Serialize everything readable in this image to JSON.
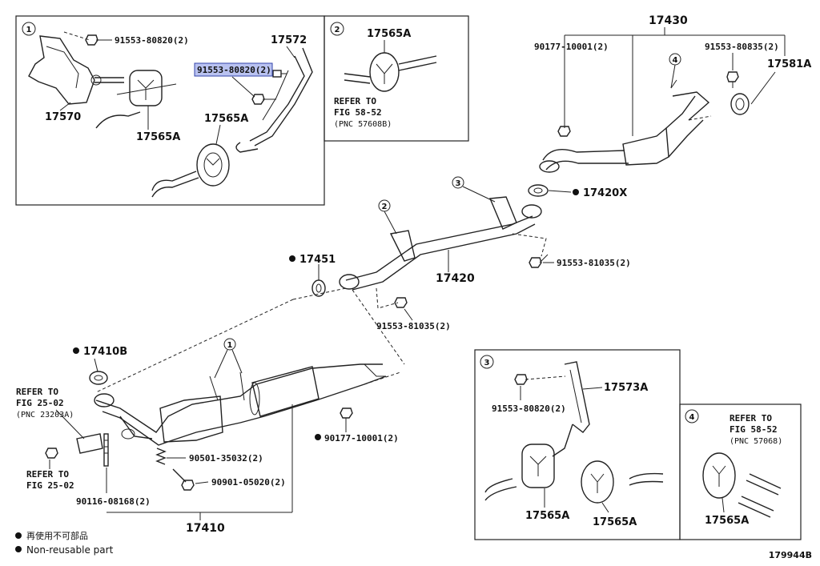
{
  "boxes": {
    "b1": {
      "num": "1"
    },
    "b2": {
      "num": "2",
      "note": [
        "REFER TO",
        "FIG 58-52",
        "(PNC 57608B)"
      ]
    },
    "b3": {
      "num": "3"
    },
    "b4": {
      "num": "4",
      "note": [
        "REFER TO",
        "FIG 58-52",
        "(PNC 57068)"
      ]
    }
  },
  "labels": {
    "p17570": "17570",
    "p17565A_b1a": "17565A",
    "p17565A_b1b": "17565A",
    "p17572": "17572",
    "bolt_b1_top": "91553-80820(2)",
    "bolt_b1_hl": "91553-80820(2)",
    "p17565A_b2": "17565A",
    "p17430": "17430",
    "nut_90177_top": "90177-10001(2)",
    "bolt_80835": "91553-80835(2)",
    "p17581A": "17581A",
    "p17420X": "17420X",
    "p17451": "17451",
    "p17420": "17420",
    "bolt_81035_r": "91553-81035(2)",
    "bolt_81035_l": "91553-81035(2)",
    "p17410B": "17410B",
    "refer_25_02_pnc": [
      "REFER TO",
      "FIG 25-02",
      "(PNC 23203A)"
    ],
    "refer_25_02": [
      "REFER TO",
      "FIG 25-02"
    ],
    "nut_90177_bot": "90177-10001(2)",
    "p90501": "90501-35032(2)",
    "p90901": "90901-05020(2)",
    "p90116": "90116-08168(2)",
    "p17410": "17410",
    "p17573A": "17573A",
    "bolt_b3": "91553-80820(2)",
    "p17565A_b3a": "17565A",
    "p17565A_b3b": "17565A",
    "p17565A_b4": "17565A",
    "call_2": "2",
    "call_3": "3",
    "call_4": "4",
    "call_1": "1"
  },
  "legend": {
    "line_jp": "再使用不可部品",
    "line_en": "Non-reusable part"
  },
  "figure_id": "179944B"
}
